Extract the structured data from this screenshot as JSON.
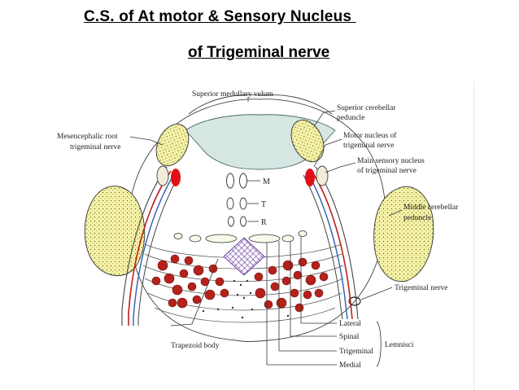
{
  "title": {
    "line1": "C.S. of At motor & Sensory Nucleus ",
    "line2": "of Trigeminal nerve"
  },
  "labels": {
    "superior_medullary_velum": "Superior medullary velum",
    "superior_cerebellar_peduncle": [
      "Superior cerebellar",
      "peduncle"
    ],
    "motor_nucleus": [
      "Motor nucleus of",
      "trigeminal nerve"
    ],
    "main_sensory_nucleus": [
      "Main sensory nucleus",
      "of trigeminal nerve"
    ],
    "mesencephalic_root": [
      "Mesencephalic root",
      "trigeminal nerve"
    ],
    "middle_cerebellar_peduncle": [
      "Middle cerebellar",
      "peduncle"
    ],
    "trigeminal_nerve": "Trigeminal nerve",
    "trapezoid_body": "Trapezoid body",
    "lemnisci": "Lemnisci",
    "lemniscus_items": [
      "Lateral",
      "Spinal",
      "Trigeminal",
      "Medial"
    ],
    "midline_letters": [
      "M",
      "T",
      "R"
    ]
  },
  "colors": {
    "nucleus_red": "#e01018",
    "dots_red": "#b5221b",
    "peduncle_yellow": "#f7f3a8",
    "ventricle_blue": "#d5e6e3",
    "nerve_blue": "#2f5fb0",
    "oval_fill": "#f2ecd8",
    "grid_purple": "#6a3fa0"
  }
}
